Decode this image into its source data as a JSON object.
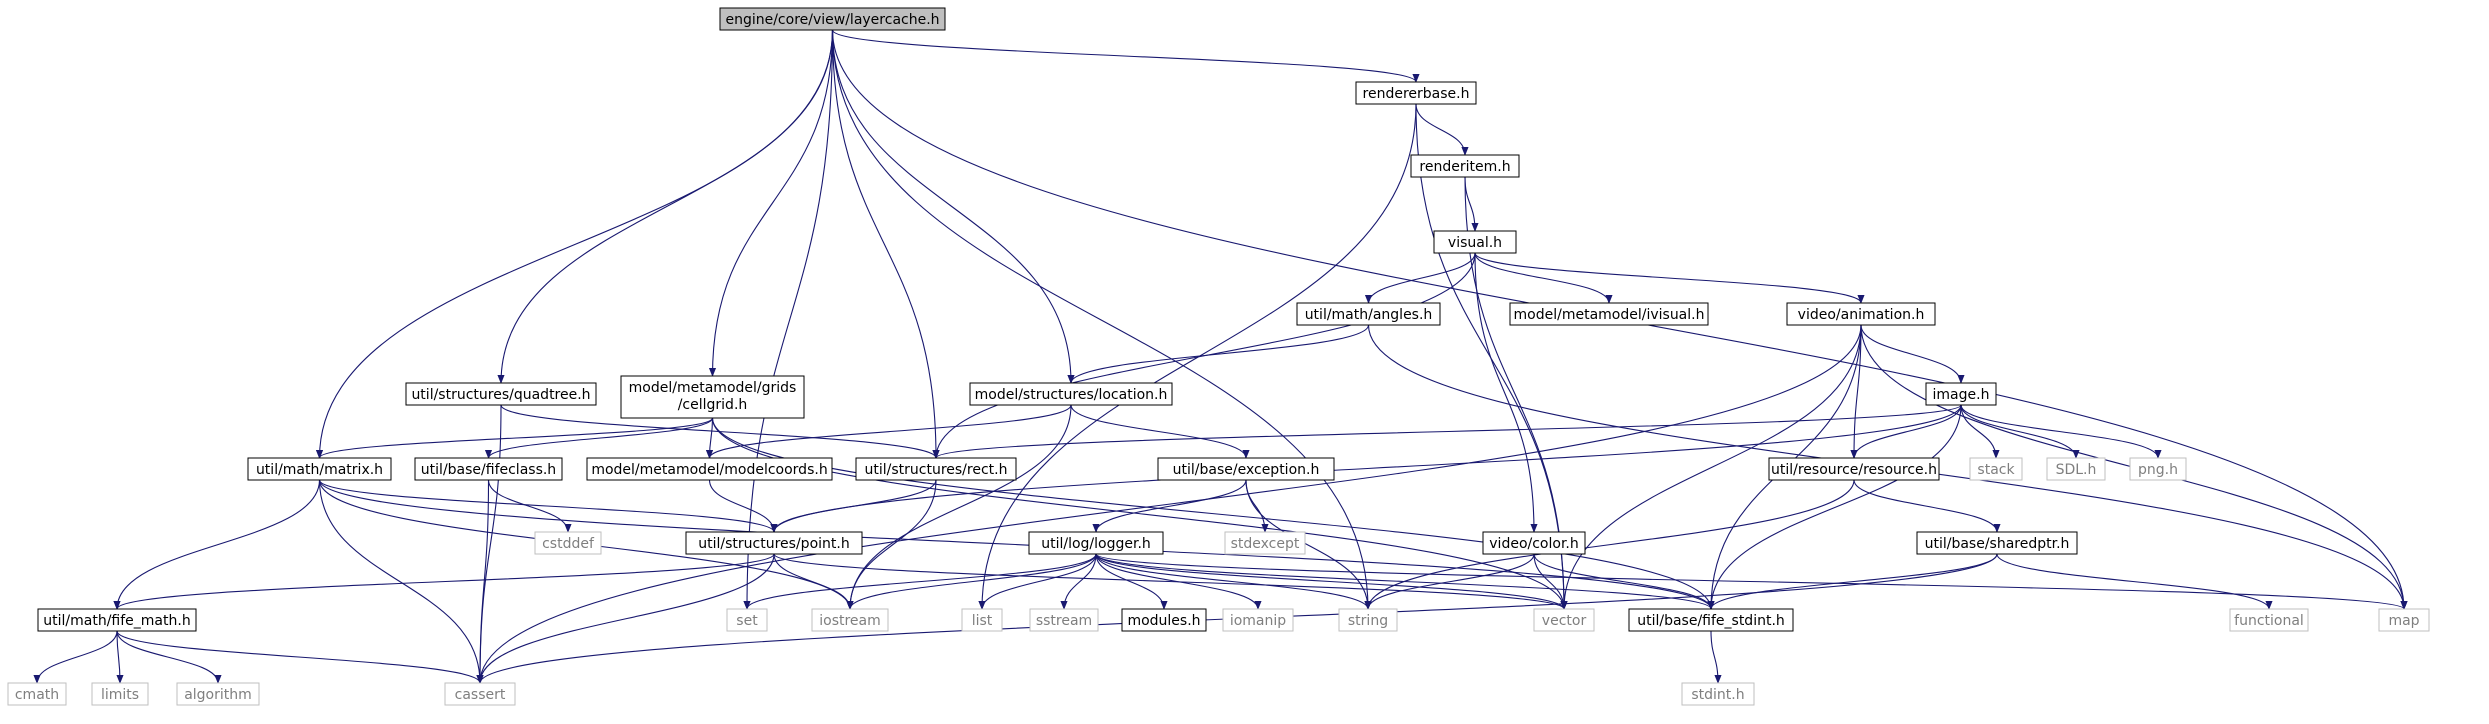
{
  "colors": {
    "edge": "#191970",
    "node_border": "#000000",
    "system_border": "#bfbfbf",
    "root_fill": "#bfbfbf",
    "node_fill": "#ffffff",
    "text": "#000000",
    "system_text": "#7f7f7f"
  },
  "nodes": {
    "layercache": "engine/core/view/layercache.h",
    "rendererbase": "rendererbase.h",
    "renderitem": "renderitem.h",
    "visual": "visual.h",
    "angles": "util/math/angles.h",
    "ivisual": "model/metamodel/ivisual.h",
    "animation": "video/animation.h",
    "quadtree": "util/structures/quadtree.h",
    "cellgrid_1": "model/metamodel/grids",
    "cellgrid_2": "/cellgrid.h",
    "location": "model/structures/location.h",
    "image": "image.h",
    "matrix": "util/math/matrix.h",
    "fifeclass": "util/base/fifeclass.h",
    "modelcoords": "model/metamodel/modelcoords.h",
    "rect": "util/structures/rect.h",
    "exception": "util/base/exception.h",
    "stack": "stack",
    "sdl": "SDL.h",
    "png": "png.h",
    "resource": "util/resource/resource.h",
    "cstddef": "cstddef",
    "stdexcept": "stdexcept",
    "point": "util/structures/point.h",
    "logger": "util/log/logger.h",
    "color": "video/color.h",
    "sharedptr": "util/base/sharedptr.h",
    "fife_math": "util/math/fife_math.h",
    "set": "set",
    "iostream": "iostream",
    "list": "list",
    "sstream": "sstream",
    "modules": "modules.h",
    "iomanip": "iomanip",
    "string": "string",
    "vector": "vector",
    "fife_stdint": "util/base/fife_stdint.h",
    "functional": "functional",
    "map": "map",
    "cmath": "cmath",
    "limits": "limits",
    "algorithm": "algorithm",
    "cassert": "cassert",
    "stdint": "stdint.h"
  }
}
